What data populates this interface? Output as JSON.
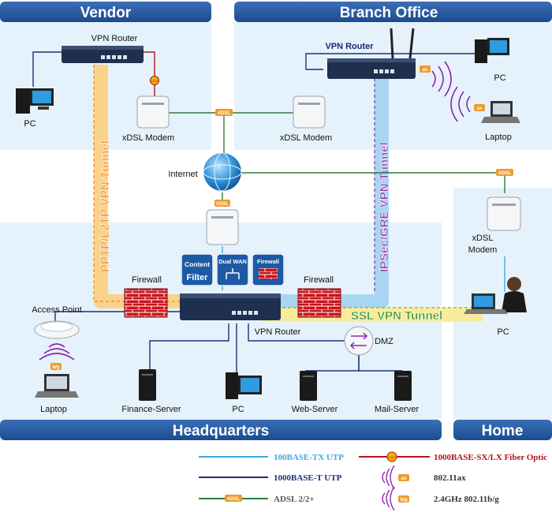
{
  "regions": {
    "vendor": "Vendor",
    "branch": "Branch Office",
    "hq": "Headquarters",
    "home": "Home"
  },
  "tunnels": {
    "pptp": "PPTP/L2TP VPN Tunnel",
    "ipsec": "IPSec/GRE VPN Tunnel",
    "ssl": "SSL VPN Tunnel"
  },
  "devices": {
    "vendor_router": "VPN Router",
    "vendor_pc": "PC",
    "vendor_modem": "xDSL Modem",
    "branch_router": "VPN Router",
    "branch_pc": "PC",
    "branch_laptop": "Laptop",
    "branch_modem": "xDSL Modem",
    "internet": "Internet",
    "firewall_left": "Firewall",
    "firewall_right": "Firewall",
    "hq_router": "VPN Router",
    "access_point": "Access Point",
    "hq_laptop": "Laptop",
    "finance_server": "Finance-Server",
    "hq_pc": "PC",
    "dmz": "DMZ",
    "web_server": "Web-Server",
    "mail_server": "Mail-Server",
    "home_modem_1": "xDSL",
    "home_modem_2": "Modem",
    "home_pc": "PC"
  },
  "features": {
    "content": "Content",
    "filter": "Filter",
    "dual_wan": "Dual WAN",
    "firewall": "Firewall"
  },
  "tags": {
    "adsl": "ADSL",
    "vdsl": "VDSL",
    "fiber": "1000",
    "ax": "ax",
    "bg": "b/g"
  },
  "legend": {
    "fast_ethernet": "100BASE-TX UTP",
    "gigabit": "1000BASE-T UTP",
    "adsl": "ADSL 2/2+",
    "fiber": "1000BASE-SX/LX Fiber Optic",
    "wifi_ax": "802.11ax",
    "wifi_bg": "2.4GHz 802.11b/g"
  },
  "colors": {
    "title_bar": "#1c4b8f",
    "panel": "#e6f2fb",
    "fast_ethernet": "#3fa9e0",
    "gigabit": "#1d2f7a",
    "adsl": "#2e7d3a",
    "fiber": "#b0141c",
    "pptp_tunnel": "#f08a1c",
    "ipsec_tunnel": "#8a2aa8",
    "ssl_tunnel": "#2e8b2e"
  }
}
